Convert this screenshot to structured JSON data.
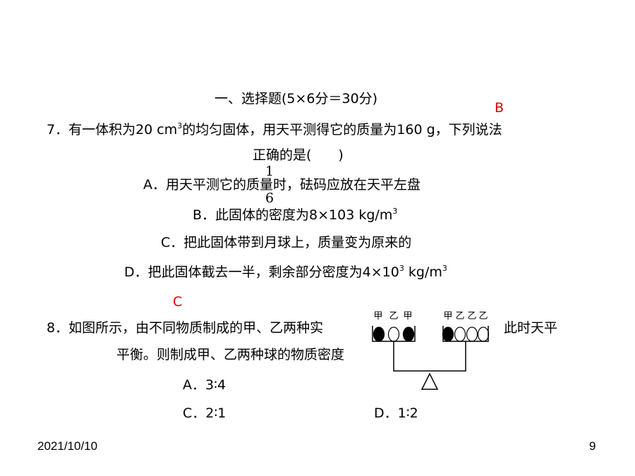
{
  "section_title": "一、选择题(5×6分＝30分)",
  "q7": {
    "answer": "B",
    "stem_a": "7．有一体积为20 cm",
    "stem_sup": "3",
    "stem_b": "的均匀固体，用天平测得它的质量为160 g，下列说法",
    "stem_line2": "正确的是(　　)",
    "fraction_num": "1",
    "fraction_den": "6",
    "option_a": "A．用天平测它的质量时，砝码应放在天平左盘",
    "option_b": "B．此固体的密度为8×103 kg/m",
    "option_b_sup": "3",
    "option_c": "C．把此固体带到月球上，质量变为原来的",
    "option_d_a": "D．把此固体截去一半，剩余部分密度为4×10",
    "option_d_sup": "3",
    "option_d_b": " kg/m",
    "option_d_sup2": "3"
  },
  "q8": {
    "answer": "C",
    "stem_a": "8．如图所示，由不同物质制成的甲、乙两种实",
    "stem_b": "，此时天平",
    "stem_line2": "平衡。则制成甲、乙两种球的物质密度",
    "stem_close": ")",
    "option_a": "A．3∶4",
    "option_c": "C．2∶1",
    "option_d": "D．1∶2",
    "left_pan_labels": [
      "甲",
      "乙",
      "甲"
    ],
    "right_pan_labels": [
      "甲",
      "乙",
      "乙",
      "乙"
    ]
  },
  "footer": {
    "date": "2021/10/10",
    "page": "9"
  }
}
